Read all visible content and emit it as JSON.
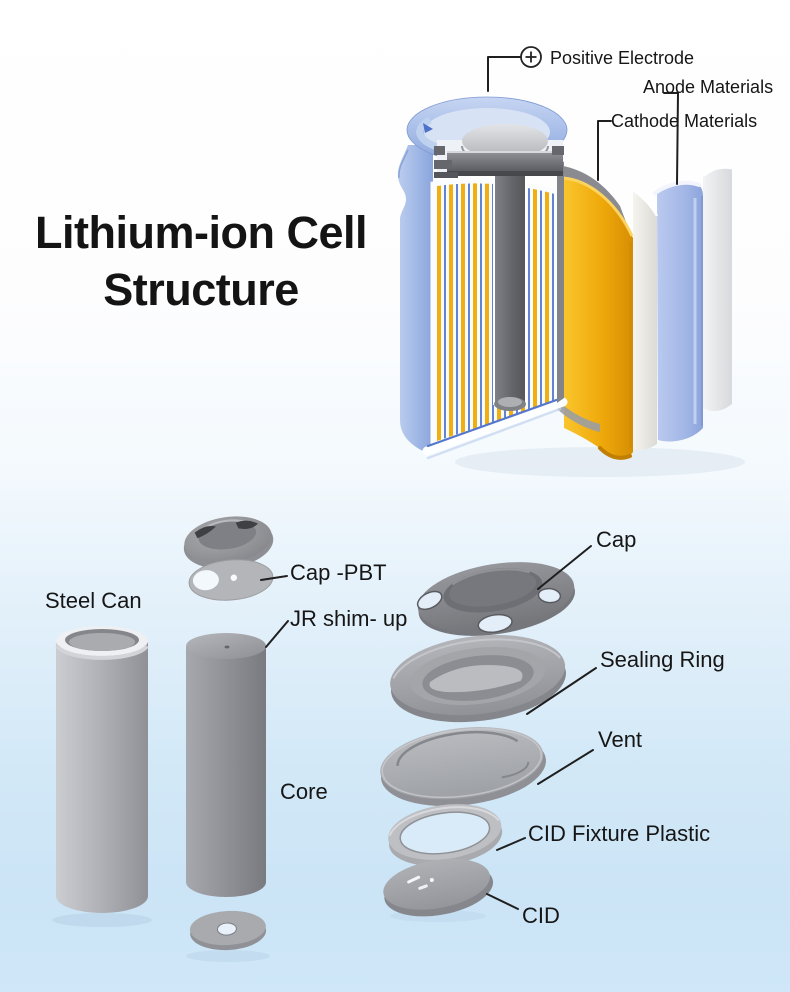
{
  "title": {
    "line1": "Lithium-ion Cell",
    "line2": "Structure"
  },
  "cutaway_labels": {
    "positive_electrode": "Positive Electrode",
    "anode": "Anode Materials",
    "cathode": "Cathode Materials"
  },
  "icons": {
    "positive_terminal": "⊕"
  },
  "parts": {
    "cap_pbt": "Cap -PBT",
    "jr_shim": "JR shim- up",
    "steel_can": "Steel Can",
    "core": "Core",
    "cap": "Cap",
    "sealing_ring": "Sealing Ring",
    "vent": "Vent",
    "cid_fixture_plastic": "CID Fixture Plastic",
    "cid": "CID"
  },
  "colors": {
    "background_bottom": "#cbe4f6",
    "can_blue": "#9fb8e6",
    "cathode_yellow": "#efa90b",
    "metal_gray": "#9a9ca1",
    "label_text": "#161616"
  }
}
